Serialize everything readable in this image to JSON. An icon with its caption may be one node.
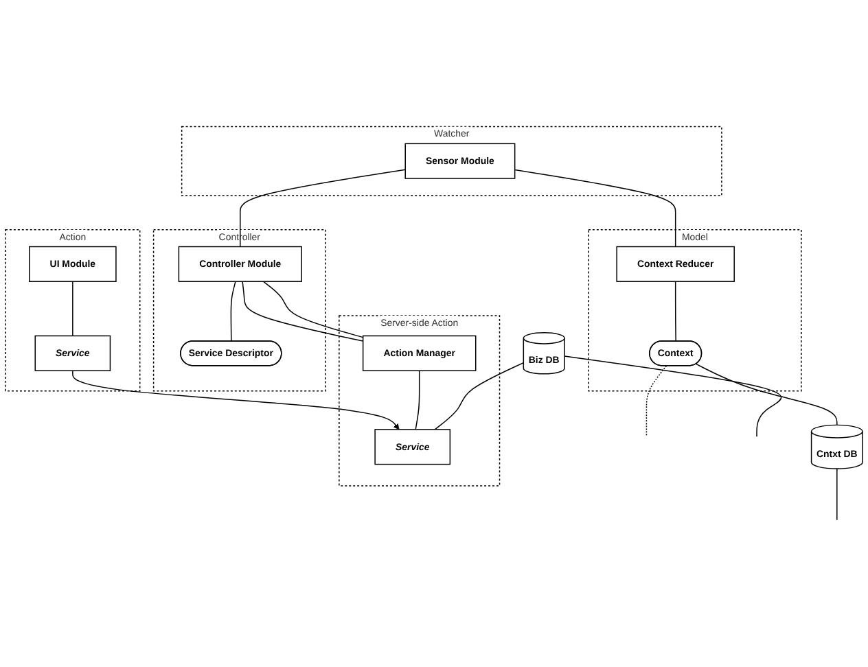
{
  "diagram": {
    "nodes": [
      {
        "text": [
          "Watcher"
        ]
      },
      {
        "text": [
          "Sensor Module"
        ],
        "in": 0
      },
      {
        "text": [
          "Controller"
        ]
      },
      {
        "text": [
          "Controller Module"
        ],
        "in": 2
      },
      {
        "text": [
          "Service Descriptor"
        ],
        "in": 2
      },
      {
        "text": [
          "Action"
        ]
      },
      {
        "text": [
          "UI Module"
        ],
        "in": 5
      },
      {
        "text": [
          "*Service*"
        ],
        "in": 5
      },
      {
        "text": [
          "Model"
        ]
      },
      {
        "text": [
          "Context Reducer"
        ],
        "in": 8
      },
      {
        "text": [
          "Context"
        ],
        "in": 8
      },
      {
        "text": [
          "Server-side Action"
        ]
      },
      {
        "text": [
          "Action Manager"
        ],
        "in": 11
      },
      {
        "text": [
          "*Service*"
        ],
        "in": 11
      },
      {
        "text": [
          "Cntxt DB"
        ]
      },
      {
        "text": [
          "Biz DB"
        ]
      }
    ],
    "edges": [
      {
        "from": 1,
        "to": 3,
        "arrow": "none"
      },
      {
        "from": 1,
        "to": 9,
        "arrow": "none"
      },
      {
        "from": 3,
        "to": 4,
        "arrow": "none"
      },
      {
        "from": 3,
        "to": 12,
        "arrow": "none"
      },
      {
        "from": 3,
        "to": 12,
        "arrow": "none"
      },
      {
        "from": 6,
        "to": 7,
        "arrow": "none"
      },
      {
        "from": 7,
        "to": 13,
        "arrow": "to"
      },
      {
        "from": 9,
        "to": 10,
        "arrow": "none"
      },
      {
        "from": 10,
        "to": null,
        "arrow": "none",
        "style": "dashed"
      },
      {
        "from": 10,
        "to": 14,
        "arrow": "none"
      },
      {
        "from": 12,
        "to": 13,
        "arrow": "none"
      },
      {
        "from": 15,
        "to": 13,
        "arrow": "none"
      },
      {
        "from": 14,
        "to": null,
        "arrow": "none"
      },
      {
        "from": 15,
        "to": null,
        "arrow": "none"
      }
    ]
  }
}
